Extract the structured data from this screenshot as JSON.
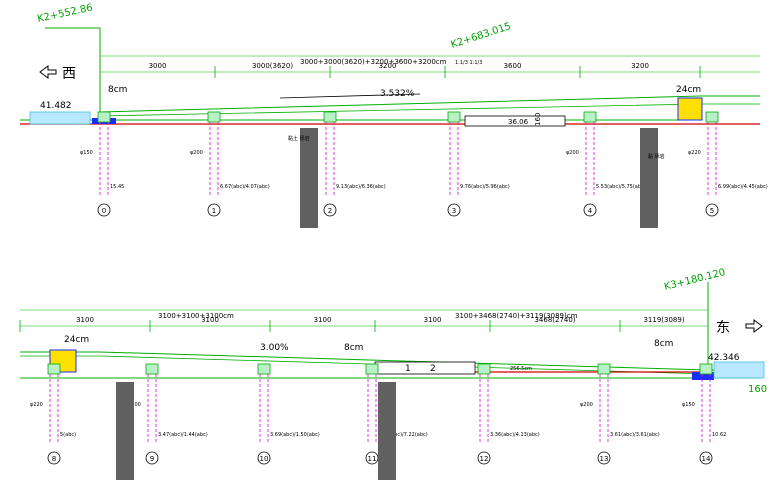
{
  "top": {
    "station_left": "K2+552.86",
    "station_mid": "K2+683.015",
    "direction_left": "西",
    "span_formula": "3000+3000(3620)+3200+3600+3200cm",
    "span_formula_note": "1:1/3 1:1/3",
    "spans": [
      "3000",
      "3000(3620)",
      "3200",
      "3600",
      "3200"
    ],
    "joint_left": "8cm",
    "joint_right": "24cm",
    "elevation_left": "41.482",
    "slope": "3.532%",
    "box_label": "36.06",
    "box_side": "160",
    "piers": [
      {
        "num": "0",
        "dia": "φ150",
        "depth": "15.45"
      },
      {
        "num": "1",
        "dia": "φ200",
        "depth": "6.67(abc)/4.07(abc)"
      },
      {
        "num": "2",
        "dia": "",
        "depth": "9.13(abc)/6.36(abc)"
      },
      {
        "num": "3",
        "dia": "",
        "depth": "9.76(abc)/5.96(abc)"
      },
      {
        "num": "4",
        "dia": "φ200",
        "depth": "5.53(abc)/5.75(abc)"
      },
      {
        "num": "5",
        "dia": "φ220",
        "depth": "6.99(abc)/4.45(abc)"
      }
    ],
    "soil_label_left": "黏土 砾岩",
    "soil_label_right": "黏 砾岩"
  },
  "bottom": {
    "station_right": "K3+180.120",
    "direction_right": "东",
    "span_formula_left": "3100+3100+3100cm",
    "span_formula_right": "3100+3468(2740)+3119(3089)cm",
    "spans": [
      "3100",
      "3100",
      "3100",
      "3100",
      "3468(2740)",
      "3119(3089)"
    ],
    "joint_left": "24cm",
    "joint_mid": "8cm",
    "joint_right": "8cm",
    "elevation_right": "42.346",
    "slope": "3.00%",
    "box_num_1": "1",
    "box_num_2": "2",
    "red_label": "256.5cm",
    "right_edge_value": "160",
    "piers": [
      {
        "num": "8",
        "dia": "φ220",
        "depth": "5(abc)"
      },
      {
        "num": "9",
        "dia": "φ200",
        "depth": "3.47(abc)/1.44(abc)"
      },
      {
        "num": "10",
        "dia": "",
        "depth": "3.69(abc)/1.50(abc)"
      },
      {
        "num": "11",
        "dia": "",
        "depth": "5.42(abc)/7.22(abc)"
      },
      {
        "num": "12",
        "dia": "",
        "depth": "3.36(abc)/4.13(abc)"
      },
      {
        "num": "13",
        "dia": "φ200",
        "depth": "3.61(abc)/3.61(abc)"
      },
      {
        "num": "14",
        "dia": "φ150",
        "depth": "10.62"
      }
    ]
  },
  "colors": {
    "green": "#00b000",
    "magenta": "#e020e0",
    "red": "#d00000",
    "cyan": "#40c0e0",
    "blue": "#1a2cff",
    "soil": "#606060"
  }
}
